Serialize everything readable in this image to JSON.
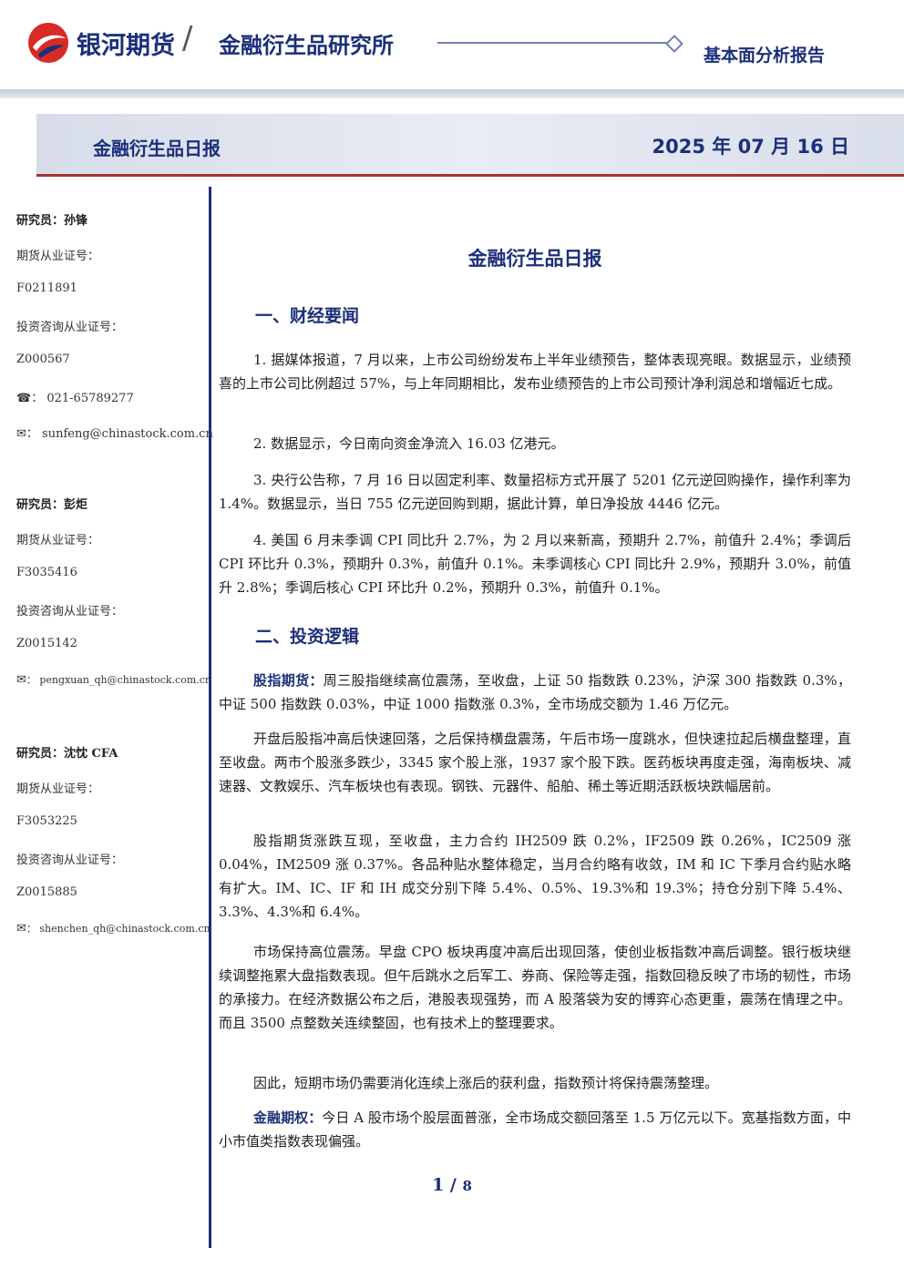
{
  "header": {
    "brand": "银河期货",
    "slash": "/",
    "institute": "金融衍生品研究所",
    "report_type": "基本面分析报告"
  },
  "banner": {
    "title": "金融衍生品日报",
    "date": "2025 年 07 月 16 日"
  },
  "sidebar": {
    "researchers": [
      {
        "name_line": "研究员：孙锋",
        "license_label": "期货从业证号：",
        "license_no": "F0211891",
        "consult_label": "投资咨询从业证号：",
        "consult_no": "Z000567",
        "phone": "021-65789277",
        "email": "sunfeng@chinastock.com.cn"
      },
      {
        "name_line": "研究员：彭炬",
        "license_label": "期货从业证号：",
        "license_no": "F3035416",
        "consult_label": "投资咨询从业证号：",
        "consult_no": "Z0015142",
        "email": "pengxuan_qh@chinastock.com.cn"
      },
      {
        "name_line": "研究员：沈忱 CFA",
        "license_label": "期货从业证号：",
        "license_no": "F3053225",
        "consult_label": "投资咨询从业证号：",
        "consult_no": "Z0015885",
        "email": "shenchen_qh@chinastock.com.cn"
      }
    ],
    "phone_symbol": "☎",
    "mail_symbol": "✉"
  },
  "main": {
    "title": "金融衍生品日报",
    "section1": "一、财经要闻",
    "news": [
      "1. 据媒体报道，7 月以来，上市公司纷纷发布上半年业绩预告，整体表现亮眼。数据显示，业绩预喜的上市公司比例超过 57%，与上年同期相比，发布业绩预告的上市公司预计净利润总和增幅近七成。",
      "2. 数据显示，今日南向资金净流入 16.03 亿港元。",
      "3. 央行公告称，7 月 16 日以固定利率、数量招标方式开展了 5201 亿元逆回购操作，操作利率为 1.4%。数据显示，当日 755 亿元逆回购到期，据此计算，单日净投放 4446 亿元。",
      "4. 美国 6 月未季调 CPI 同比升 2.7%，为 2 月以来新高，预期升 2.7%，前值升 2.4%；季调后 CPI 环比升 0.3%，预期升 0.3%，前值升 0.1%。未季调核心 CPI 同比升 2.9%，预期升 3.0%，前值升 2.8%；季调后核心 CPI 环比升 0.2%，预期升 0.3%，前值升 0.1%。"
    ],
    "section2": "二、投资逻辑",
    "stock_label": "股指期货：",
    "stock_p1": "周三股指继续高位震荡，至收盘，上证 50 指数跌 0.23%，沪深 300 指数跌 0.3%，中证 500 指数跌 0.03%，中证 1000 指数涨 0.3%，全市场成交额为 1.46 万亿元。",
    "stock_p2": "开盘后股指冲高后快速回落，之后保持横盘震荡，午后市场一度跳水，但快速拉起后横盘整理，直至收盘。两市个股涨多跌少，3345 家个股上涨，1937 家个股下跌。医药板块再度走强，海南板块、减速器、文教娱乐、汽车板块也有表现。钢铁、元器件、船舶、稀土等近期活跃板块跌幅居前。",
    "stock_p3": "股指期货涨跌互现，至收盘，主力合约 IH2509 跌 0.2%，IF2509 跌 0.26%，IC2509 涨 0.04%，IM2509 涨 0.37%。各品种贴水整体稳定，当月合约略有收敛，IM 和 IC 下季月合约贴水略有扩大。IM、IC、IF 和 IH 成交分别下降 5.4%、0.5%、19.3%和 19.3%；持仓分别下降 5.4%、3.3%、4.3%和 6.4%。",
    "stock_p4": "市场保持高位震荡。早盘 CPO 板块再度冲高后出现回落，使创业板指数冲高后调整。银行板块继续调整拖累大盘指数表现。但午后跳水之后军工、券商、保险等走强，指数回稳反映了市场的韧性，市场的承接力。在经济数据公布之后，港股表现强势，而 A 股落袋为安的博弈心态更重，震荡在情理之中。而且 3500 点整数关连续整固，也有技术上的整理要求。",
    "stock_p5": "因此，短期市场仍需要消化连续上涨后的获利盘，指数预计将保持震荡整理。",
    "option_label": "金融期权：",
    "option_p1": "今日 A 股市场个股层面普涨，全市场成交额回落至 1.5 万亿元以下。宽基指数方面，中小市值类指数表现偏强。"
  },
  "footer": {
    "page": "1",
    "sep": " / ",
    "total": "8"
  },
  "colors": {
    "brand_blue": "#1c2f7a",
    "accent_red": "#a3362e"
  }
}
